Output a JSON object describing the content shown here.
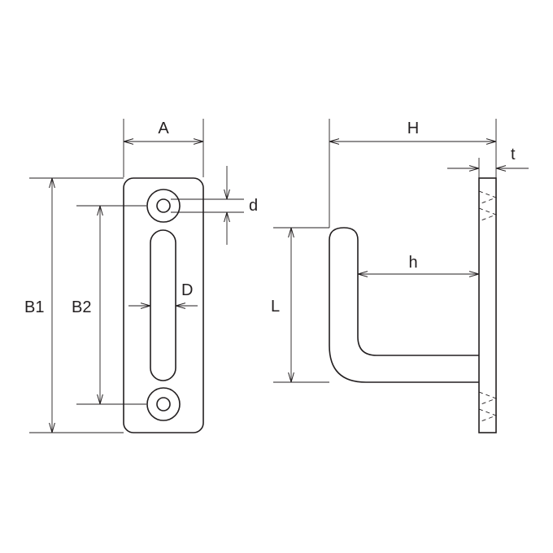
{
  "labels": {
    "A": "A",
    "B1": "B1",
    "B2": "B2",
    "D": "D",
    "d": "d",
    "H": "H",
    "h": "h",
    "L": "L",
    "t": "t"
  },
  "colors": {
    "line": "#231f20",
    "background": "#ffffff"
  }
}
